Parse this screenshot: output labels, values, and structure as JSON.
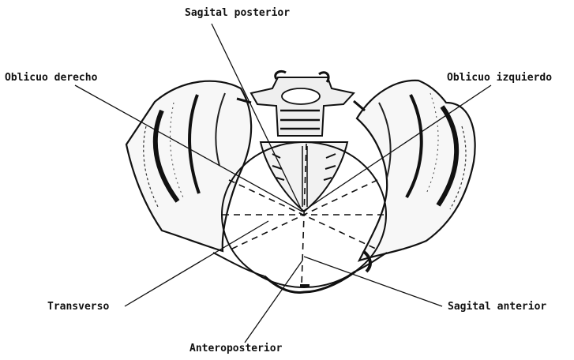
{
  "labels": {
    "sagital_posterior": "Sagital posterior",
    "oblicuo_derecho": "Oblicuo derecho",
    "oblicuo_izquierdo": "Oblicuo izquierdo",
    "transverso": "Transverso",
    "sagital_anterior": "Sagital anterior",
    "anteroposterior": "Anteroposterior"
  },
  "colors": {
    "ink": "#111111",
    "background": "#ffffff"
  }
}
